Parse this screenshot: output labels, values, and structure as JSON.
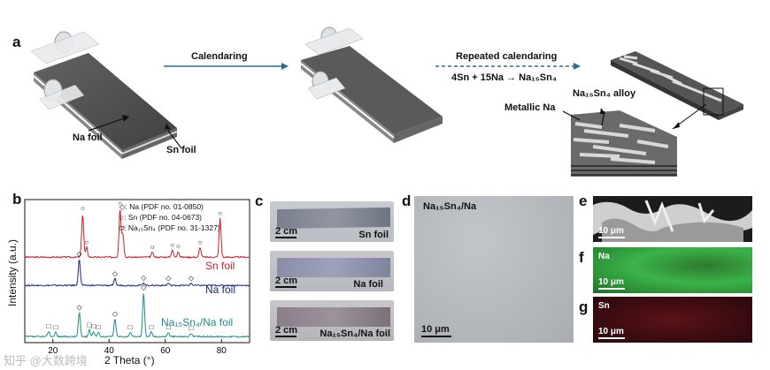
{
  "panel_a": {
    "label": "a",
    "arrow1_label": "Calendaring",
    "arrow2_label": "Repeated calendaring",
    "reaction": "4Sn + 15Na → Na₁₅Sn₄",
    "na_foil": "Na foil",
    "sn_foil": "Sn foil",
    "alloy_label": "Na₁₅Sn₄ alloy",
    "metallic_na": "Metallic Na"
  },
  "panel_b": {
    "label": "b",
    "legend": [
      {
        "symbol": "◇",
        "text": ": Na (PDF no. 01-0850)"
      },
      {
        "symbol": "○",
        "text": ": Sn (PDF no. 04-0673)"
      },
      {
        "symbol": "□",
        "text": ": Na₁₅Sn₄ (PDF no. 31-1327)"
      }
    ],
    "trace_labels": [
      "Sn foil",
      "Na foil",
      "Na₁₅Sn₄/Na foil"
    ],
    "colors": {
      "sn": "#c8202a",
      "na": "#1d2a7a",
      "alloy": "#1e8a8a"
    }
  },
  "chart_data": {
    "type": "line",
    "xlabel": "2 Theta (°)",
    "ylabel": "Intensity (a.u.)",
    "xlim": [
      10,
      90
    ],
    "x_ticks": [
      "20",
      "40",
      "60",
      "80"
    ],
    "series": [
      {
        "name": "Sn foil",
        "peaks": [
          [
            30.6,
            0.9
          ],
          [
            32.0,
            0.2
          ],
          [
            43.9,
            1.0
          ],
          [
            44.9,
            0.5
          ],
          [
            55.4,
            0.1
          ],
          [
            62.5,
            0.15
          ],
          [
            64.6,
            0.12
          ],
          [
            72.4,
            0.2
          ],
          [
            79.5,
            0.8
          ]
        ]
      },
      {
        "name": "Na foil",
        "peaks": [
          [
            29.4,
            1.0
          ],
          [
            42.1,
            0.25
          ],
          [
            52.3,
            0.1
          ],
          [
            61.1,
            0.08
          ],
          [
            69.2,
            0.08
          ]
        ]
      },
      {
        "name": "Na₁₅Sn₄/Na foil",
        "peaks": [
          [
            18.5,
            0.12
          ],
          [
            21.0,
            0.1
          ],
          [
            29.4,
            0.55
          ],
          [
            33.0,
            0.15
          ],
          [
            34.5,
            0.12
          ],
          [
            36.2,
            0.1
          ],
          [
            42.1,
            0.4
          ],
          [
            47.5,
            0.1
          ],
          [
            52.3,
            1.0
          ],
          [
            55.0,
            0.1
          ],
          [
            61.1,
            0.1
          ],
          [
            69.2,
            0.08
          ]
        ]
      }
    ]
  },
  "panel_c": {
    "label": "c",
    "photos": [
      {
        "name": "Sn foil",
        "scale": "2 cm"
      },
      {
        "name": "Na foil",
        "scale": "2 cm"
      },
      {
        "name": "Na₁₅Sn₄/Na foil",
        "scale": "2 cm"
      }
    ]
  },
  "panel_d": {
    "label": "d",
    "title": "Na₁₅Sn₄/Na",
    "scale": "10 μm"
  },
  "panel_e": {
    "label": "e",
    "scale": "10 μm"
  },
  "panel_f": {
    "label": "f",
    "element": "Na",
    "scale": "10 μm"
  },
  "panel_g": {
    "label": "g",
    "element": "Sn",
    "scale": "10 μm"
  },
  "watermark": "知乎 @大数跨境"
}
